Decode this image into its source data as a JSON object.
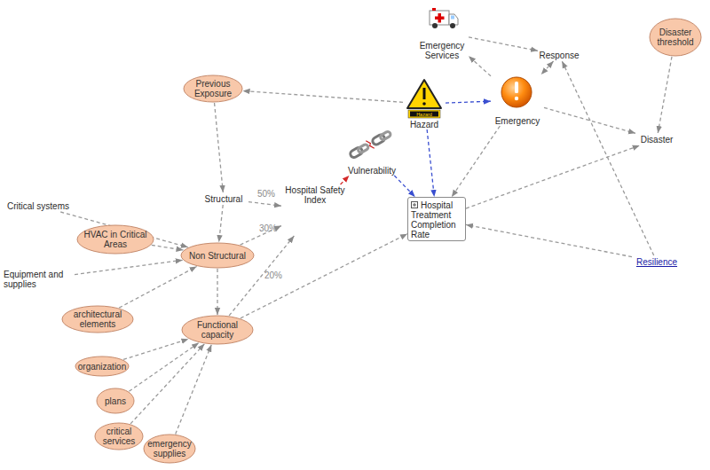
{
  "diagram": {
    "nodes": [
      {
        "text": [
          "Emergency Services"
        ]
      },
      {
        "text": [
          "Disaster threshold"
        ]
      },
      {
        "text": [
          "Response"
        ]
      },
      {
        "text": [
          "Previous Exposure"
        ]
      },
      {
        "text": [
          "Hazard"
        ]
      },
      {
        "text": [
          "Emergency"
        ]
      },
      {
        "text": [
          "Disaster"
        ]
      },
      {
        "text": [
          "Vulnerability"
        ]
      },
      {
        "text": [
          "Structural"
        ]
      },
      {
        "text": [
          "Hospital Safety Index"
        ]
      },
      {
        "text": [
          "Hospital Treatment Completion Rate"
        ]
      },
      {
        "text": [
          "Critical systems"
        ]
      },
      {
        "text": [
          "HVAC in Critical Areas"
        ]
      },
      {
        "text": [
          "Non Structural"
        ]
      },
      {
        "text": [
          "Resilience"
        ]
      },
      {
        "text": [
          "Equipment and supplies"
        ]
      },
      {
        "text": [
          "architectural elements"
        ]
      },
      {
        "text": [
          "Functional capacity"
        ]
      },
      {
        "text": [
          "organization"
        ]
      },
      {
        "text": [
          "plans"
        ]
      },
      {
        "text": [
          "critical services"
        ]
      },
      {
        "text": [
          "emergency supplies"
        ]
      }
    ],
    "edges": [
      {
        "from": 4,
        "to": 3,
        "arrow": "to"
      },
      {
        "from": 4,
        "to": 5,
        "arrow": "to"
      },
      {
        "from": 4,
        "to": 10,
        "arrow": "to"
      },
      {
        "from": 5,
        "to": 0,
        "arrow": "to"
      },
      {
        "from": 0,
        "to": 2,
        "arrow": "to"
      },
      {
        "from": 2,
        "to": 5,
        "arrow": "both"
      },
      {
        "from": 5,
        "to": 6,
        "arrow": "to"
      },
      {
        "from": 1,
        "to": 6,
        "arrow": "to"
      },
      {
        "from": 10,
        "to": 6,
        "arrow": "to"
      },
      {
        "from": 5,
        "to": 10,
        "arrow": "to"
      },
      {
        "from": 7,
        "to": 10,
        "arrow": "to"
      },
      {
        "from": 9,
        "to": 7,
        "arrow": "to"
      },
      {
        "from": 3,
        "to": 8,
        "arrow": "to"
      },
      {
        "from": 8,
        "to": 9,
        "label": "50%",
        "arrow": "to"
      },
      {
        "from": 8,
        "to": 13,
        "arrow": "to"
      },
      {
        "from": 13,
        "to": 9,
        "label": "30%",
        "arrow": "to"
      },
      {
        "from": 13,
        "to": 17,
        "arrow": "to"
      },
      {
        "from": 17,
        "to": 9,
        "label": "20%",
        "arrow": "to"
      },
      {
        "from": 17,
        "to": 10,
        "arrow": "to"
      },
      {
        "from": 11,
        "to": 13,
        "arrow": "to"
      },
      {
        "from": 12,
        "to": 13,
        "arrow": "to"
      },
      {
        "from": 15,
        "to": 13,
        "arrow": "to"
      },
      {
        "from": 16,
        "to": 13,
        "arrow": "to"
      },
      {
        "from": 18,
        "to": 17,
        "arrow": "to"
      },
      {
        "from": 19,
        "to": 17,
        "arrow": "to"
      },
      {
        "from": 20,
        "to": 17,
        "arrow": "to"
      },
      {
        "from": 21,
        "to": 17,
        "arrow": "to"
      },
      {
        "from": 14,
        "to": 10,
        "arrow": "to"
      },
      {
        "from": 14,
        "to": 2,
        "arrow": "to"
      }
    ],
    "labels": [
      "Hazard"
    ]
  }
}
